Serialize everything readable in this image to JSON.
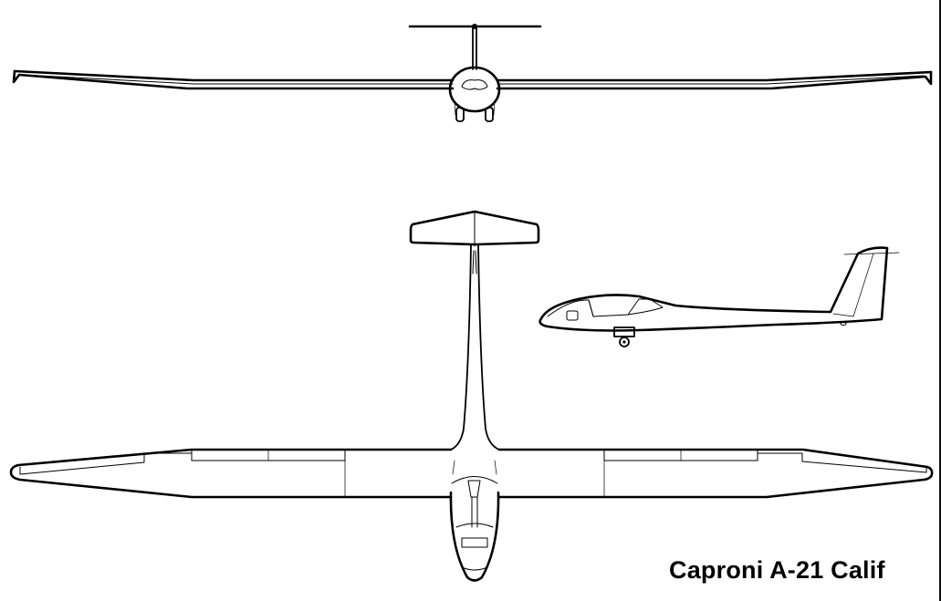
{
  "title": "Caproni A-21 Calif",
  "views": [
    {
      "name": "front-view",
      "description": "Front view of glider"
    },
    {
      "name": "top-view",
      "description": "Top (plan) view of glider"
    },
    {
      "name": "side-view",
      "description": "Side profile view of glider"
    }
  ],
  "colors": {
    "line": "#000000",
    "background": "#ffffff"
  }
}
